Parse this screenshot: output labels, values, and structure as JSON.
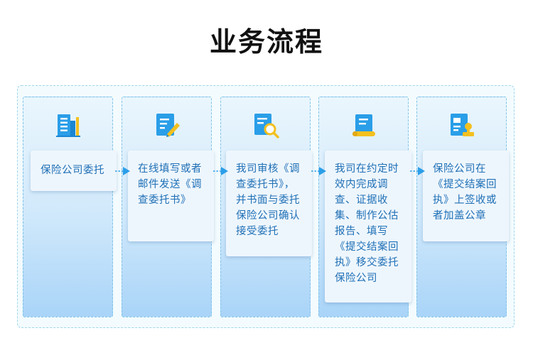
{
  "title": "业务流程",
  "colors": {
    "accent": "#2a9ee8",
    "icon_yellow": "#f3c01f",
    "card_text": "#1e6fb5"
  },
  "steps": [
    {
      "icon": "office-building-icon",
      "lines": [
        "保险公司委托"
      ]
    },
    {
      "icon": "edit-document-icon",
      "lines": [
        "在线填写或者",
        "邮件发送《调",
        "查委托书》"
      ]
    },
    {
      "icon": "document-search-icon",
      "lines": [
        "我司审核《调",
        "查委托书》，",
        "并书面与委托",
        "保险公司确认",
        "接受委托"
      ]
    },
    {
      "icon": "scroll-report-icon",
      "lines": [
        "我司在约定时",
        "效内完成调",
        "查、证据收",
        "集、制作公估",
        "报告、填写",
        "《提交结案回",
        "执》移交委托",
        "保险公司"
      ]
    },
    {
      "icon": "certificate-stamp-icon",
      "lines": [
        "保险公司在",
        "《提交结案回",
        "执》上签收或",
        "者加盖公章"
      ]
    }
  ]
}
